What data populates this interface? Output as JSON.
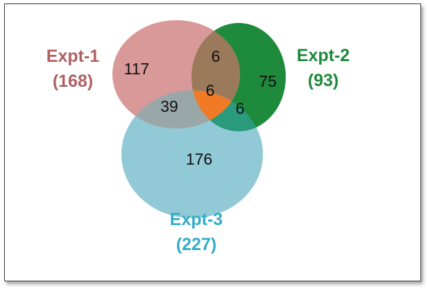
{
  "colors": {
    "set1": "#d48b8b",
    "set1_label": "#b06060",
    "set2": "#1e8a3c",
    "set2_label": "#1e8a3c",
    "set3": "#7fbfcf",
    "set3_label": "#35acc9",
    "center": "#f07a26"
  },
  "sets": [
    {
      "name": "Expt-1",
      "total": "(168)"
    },
    {
      "name": "Expt-2",
      "total": "(93)"
    },
    {
      "name": "Expt-3",
      "total": "(227)"
    }
  ],
  "regions": {
    "only1": "117",
    "only2": "75",
    "only3": "176",
    "s12": "6",
    "s13": "39",
    "s23": "6",
    "s123": "6"
  }
}
